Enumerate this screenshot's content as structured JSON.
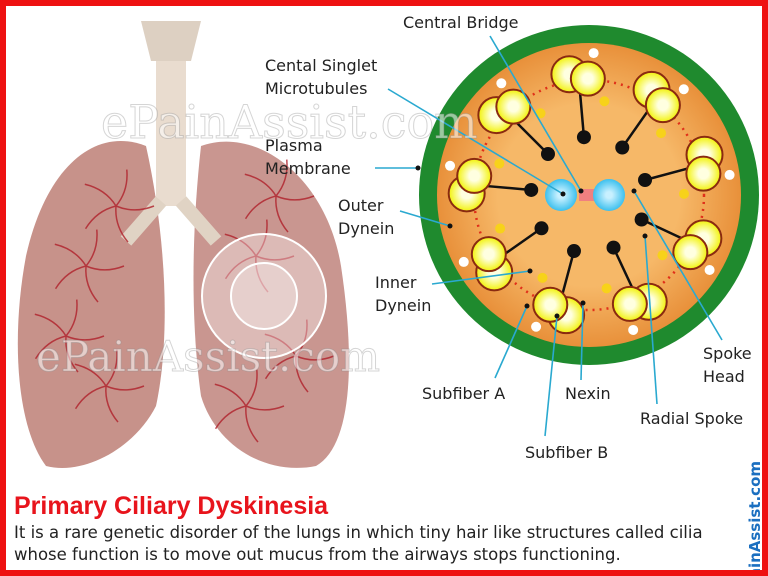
{
  "title": "Primary Ciliary Dyskinesia",
  "description": "It is a rare genetic disorder of the lungs in which tiny hair like structures called cilia whose function is to move out mucus from the airways stops functioning.",
  "watermark": "ePainAssist.com",
  "side_logo": "ePainAssist.com",
  "labels": {
    "central_bridge": "Central Bridge",
    "central_singlet_1": "Cental Singlet",
    "central_singlet_2": "Microtubules",
    "plasma_1": "Plasma",
    "plasma_2": "Membrane",
    "outer_dynein_1": "Outer",
    "outer_dynein_2": "Dynein",
    "inner_dynein_1": "Inner",
    "inner_dynein_2": "Dynein",
    "subfiber_a": "Subfiber A",
    "subfiber_b": "Subfiber B",
    "nexin": "Nexin",
    "radial_spoke": "Radial Spoke",
    "spoke_head_1": "Spoke",
    "spoke_head_2": "Head"
  },
  "colors": {
    "border": "#ee1111",
    "title": "#e8141c",
    "leader": "#2aa9d0",
    "membrane": "#1f8a2e",
    "cytoplasm": "#f4b060",
    "doublet": "#f2f20a",
    "central": "#3cc0ee"
  }
}
